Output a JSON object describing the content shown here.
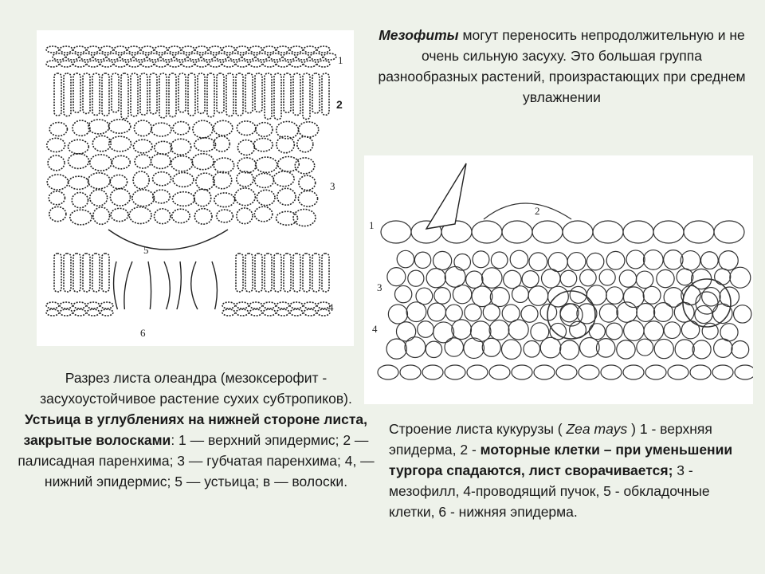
{
  "meso": {
    "bold": "Мезофиты",
    "rest": " могут переносить непродолжительную и не очень сильную засуху. Это большая группа разнообразных растений, произрастающих при среднем увлажнении"
  },
  "oleander": {
    "labels": [
      "1",
      "2",
      "3",
      "4",
      "5",
      "6"
    ],
    "caption_a": "Разрез листа олеандра (мезоксерофит - засухоустойчивое растение сухих субтропиков). ",
    "caption_bold": "Устьица в углублениях на нижней стороне листа, закрытые волосками",
    "caption_b": ": 1 — верхний эпидермис; 2 — палисадная паренхима; 3 — губчатая паренхима; 4, — нижний эпидермис; 5 — устьица; в — волоски."
  },
  "corn": {
    "labels": [
      "1",
      "2",
      "3",
      "4"
    ],
    "caption_a": "Строение листа кукурузы ( ",
    "caption_italic": "Zea mays",
    "caption_b": " ) 1 - верхняя эпидерма, 2 - ",
    "caption_bold": "моторные клетки – при уменьшении тургора спадаются, лист сворачивается;",
    "caption_c": " 3 - мезофилл, 4-проводящий пучок, 5 - обкладочные клетки, 6 - нижняя эпидерма."
  }
}
